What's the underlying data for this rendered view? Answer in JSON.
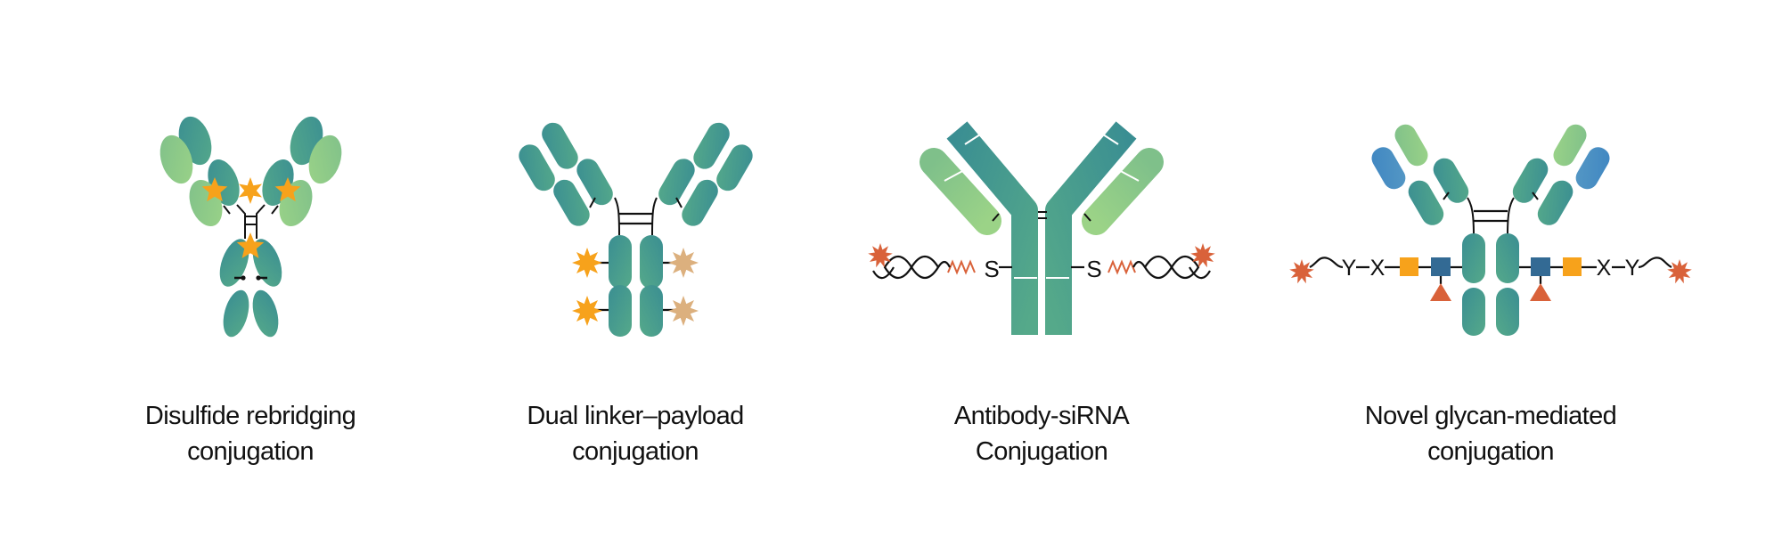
{
  "colors": {
    "teal_dark": "#3a8e92",
    "teal_light": "#55a98a",
    "light_green": "#92cf86",
    "blue": "#4a8ec4",
    "payload_orange": "#f7a21b",
    "payload_tan": "#dcb07e",
    "payload_red": "#d9623a",
    "glycan_square_blue": "#336a94"
  },
  "panels": [
    {
      "line1": "Disulfide rebridging",
      "line2": "conjugation"
    },
    {
      "line1": "Dual linker–payload",
      "line2": "conjugation"
    },
    {
      "line1": "Antibody-siRNA",
      "line2": "Conjugation",
      "linker_atom": "S"
    },
    {
      "line1": "Novel glycan-mediated",
      "line2": "conjugation",
      "linker_y": "Y",
      "linker_x": "X"
    }
  ]
}
